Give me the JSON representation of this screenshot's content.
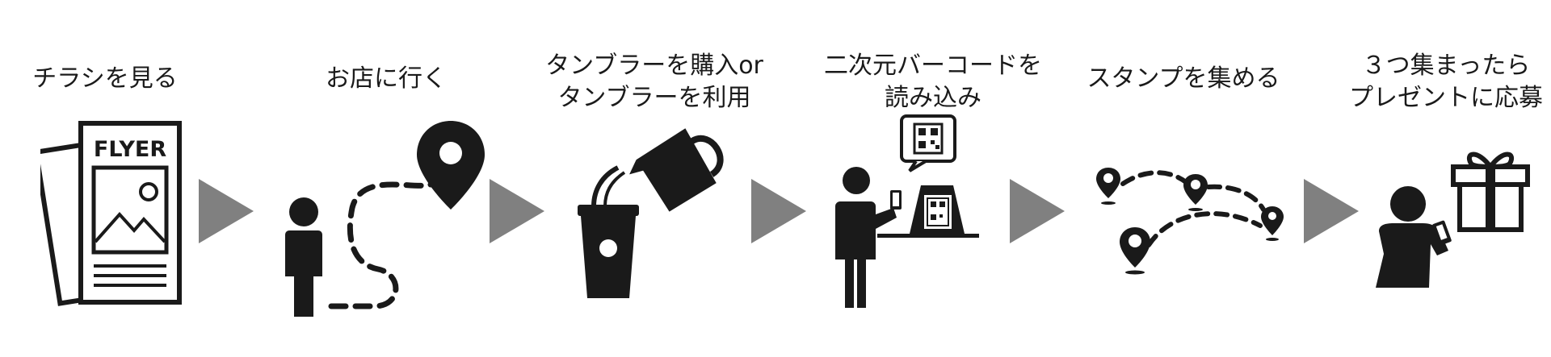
{
  "steps": [
    {
      "label": "チラシを見る",
      "icon": "flyer-icon"
    },
    {
      "label": "お店に行く",
      "icon": "route-to-store-icon"
    },
    {
      "label": "タンブラーを購入or\nタンブラーを利用",
      "icon": "tumbler-pour-icon"
    },
    {
      "label": "二次元バーコードを\n読み込み",
      "icon": "scan-qr-code-icon"
    },
    {
      "label": "スタンプを集める",
      "icon": "collect-stamps-icon"
    },
    {
      "label": "３つ集まったら\nプレゼントに応募",
      "icon": "present-apply-icon"
    }
  ],
  "flyer": {
    "title": "FLYER"
  },
  "colors": {
    "icon": "#1a1a1a",
    "arrow": "#808080",
    "background": "#ffffff"
  }
}
